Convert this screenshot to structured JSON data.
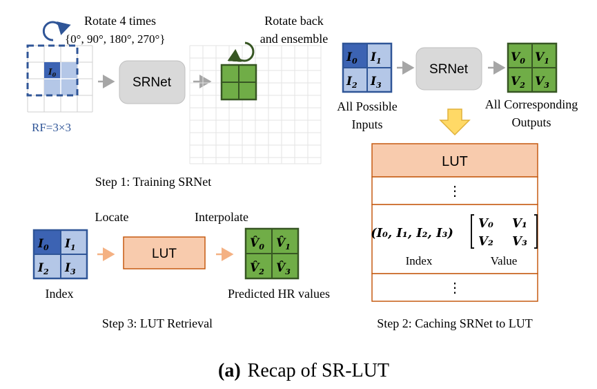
{
  "step1": {
    "rotate_label": "Rotate 4 times",
    "angles": "{0°, 90°, 180°, 270°}",
    "input_cell": "I",
    "input_sub": "0",
    "rf_label": "RF=3×3",
    "srnet_label": "SRNet",
    "rotate_back_line1": "Rotate back",
    "rotate_back_line2": "and ensemble",
    "caption": "Step 1: Training SRNet"
  },
  "top_right": {
    "inputs": [
      {
        "sym": "I",
        "sub": "0"
      },
      {
        "sym": "I",
        "sub": "1"
      },
      {
        "sym": "I",
        "sub": "2"
      },
      {
        "sym": "I",
        "sub": "3"
      }
    ],
    "inputs_label_line1": "All Possible",
    "inputs_label_line2": "Inputs",
    "srnet_label": "SRNet",
    "outputs": [
      {
        "sym": "V",
        "sub": "0"
      },
      {
        "sym": "V",
        "sub": "1"
      },
      {
        "sym": "V",
        "sub": "2"
      },
      {
        "sym": "V",
        "sub": "3"
      }
    ],
    "outputs_label_line1": "All Corresponding",
    "outputs_label_line2": "Outputs"
  },
  "step2": {
    "lut_header": "LUT",
    "ellipsis_top": "⋮",
    "index_tuple": "(I₀, I₁, I₂, I₃)",
    "matrix_row1_a": "V₀",
    "matrix_row1_b": "V₁",
    "matrix_row2_a": "V₂",
    "matrix_row2_b": "V₃",
    "index_label": "Index",
    "value_label": "Value",
    "ellipsis_bottom": "⋮",
    "caption": "Step 2: Caching SRNet to LUT"
  },
  "step3": {
    "locate_label": "Locate",
    "interpolate_label": "Interpolate",
    "index_cells": [
      {
        "sym": "I",
        "sub": "0"
      },
      {
        "sym": "I",
        "sub": "1"
      },
      {
        "sym": "I",
        "sub": "2"
      },
      {
        "sym": "I",
        "sub": "3"
      }
    ],
    "index_label": "Index",
    "lut_label": "LUT",
    "pred_cells": [
      {
        "sym": "V̂",
        "sub": "0"
      },
      {
        "sym": "V̂",
        "sub": "1"
      },
      {
        "sym": "V̂",
        "sub": "2"
      },
      {
        "sym": "V̂",
        "sub": "3"
      }
    ],
    "pred_label": "Predicted HR values",
    "caption": "Step 3: LUT Retrieval"
  },
  "figure_caption": {
    "tag": "(a)",
    "text": "Recap of SR-LUT"
  },
  "colors": {
    "blue_dark": "#3c63b3",
    "blue_light": "#b4c7e7",
    "blue_border": "#2f5597",
    "green": "#70ad47",
    "green_border": "#375623",
    "gray_box": "#d9d9d9",
    "orange_box": "#f8cbad",
    "orange_border": "#c55a11",
    "yellow_arrow": "#ffd966",
    "arrow_gray": "#a6a6a6",
    "arrow_orange": "#f4b183",
    "rf_text": "#2f5597"
  }
}
